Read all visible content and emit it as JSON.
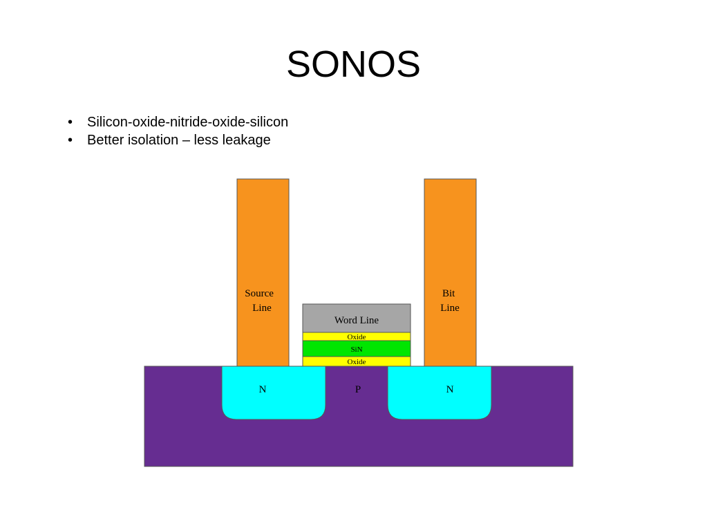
{
  "slide": {
    "title": "SONOS",
    "bullets": [
      {
        "symbol": "•",
        "text": "Silicon-oxide-nitride-oxide-silicon"
      },
      {
        "symbol": "•",
        "text": "Better isolation – less leakage"
      }
    ]
  },
  "diagram": {
    "source_line": {
      "line1": "Source",
      "line2": "Line"
    },
    "bit_line": {
      "line1": "Bit",
      "line2": "Line"
    },
    "gate_stack": {
      "word_line": "Word Line",
      "oxide_top": "Oxide",
      "nitride": "SiN",
      "oxide_bottom": "Oxide"
    },
    "substrate": {
      "left_region": "N",
      "channel": "P",
      "right_region": "N"
    },
    "colors": {
      "contact": "#f7931e",
      "word_line": "#a6a6a6",
      "oxide": "#ffff00",
      "nitride": "#00e600",
      "n_region": "#00ffff",
      "p_substrate": "#662d91",
      "outline": "#555555"
    }
  }
}
